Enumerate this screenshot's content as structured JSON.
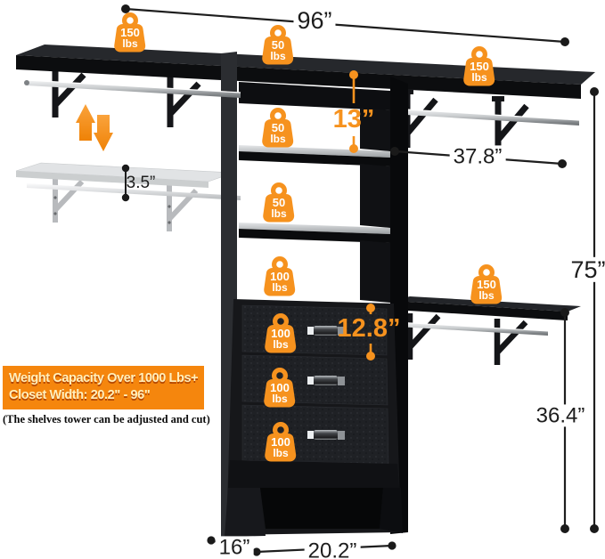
{
  "dimensions": {
    "total_width": "96”",
    "tower_shelf_spacing": "13”",
    "right_shelf_length": "37.8”",
    "total_height": "75”",
    "shelf_to_rod_gap": "3.5”",
    "drawer_section_height": "12.8”",
    "lower_shelf_floor_height": "36.4”",
    "depth": "16”",
    "tower_width": "20.2”"
  },
  "weight_badges": [
    {
      "location": "left-shelf",
      "value": "150",
      "unit": "lbs"
    },
    {
      "location": "tower-top",
      "value": "50",
      "unit": "lbs"
    },
    {
      "location": "tower-shelf-2",
      "value": "50",
      "unit": "lbs"
    },
    {
      "location": "tower-shelf-3",
      "value": "50",
      "unit": "lbs"
    },
    {
      "location": "tower-open-shelf",
      "value": "100",
      "unit": "lbs"
    },
    {
      "location": "drawer-1",
      "value": "100",
      "unit": "lbs"
    },
    {
      "location": "drawer-2",
      "value": "100",
      "unit": "lbs"
    },
    {
      "location": "drawer-3",
      "value": "100",
      "unit": "lbs"
    },
    {
      "location": "right-top-shelf",
      "value": "150",
      "unit": "lbs"
    },
    {
      "location": "right-lower-shelf",
      "value": "150",
      "unit": "lbs"
    }
  ],
  "callout": {
    "line1": "Weight Capacity Over 1000 Lbs+",
    "line2": "Closet Width: 20.2\" - 96\""
  },
  "note": "(The shelves tower can be adjusted and cut)",
  "colors": {
    "accent_orange": "#F6921E",
    "callout_background": "#F5860D",
    "dimension_line": "#1E1E1E",
    "furniture_black": "#0C0D0F",
    "rod_silver": "#C9CCCE"
  }
}
